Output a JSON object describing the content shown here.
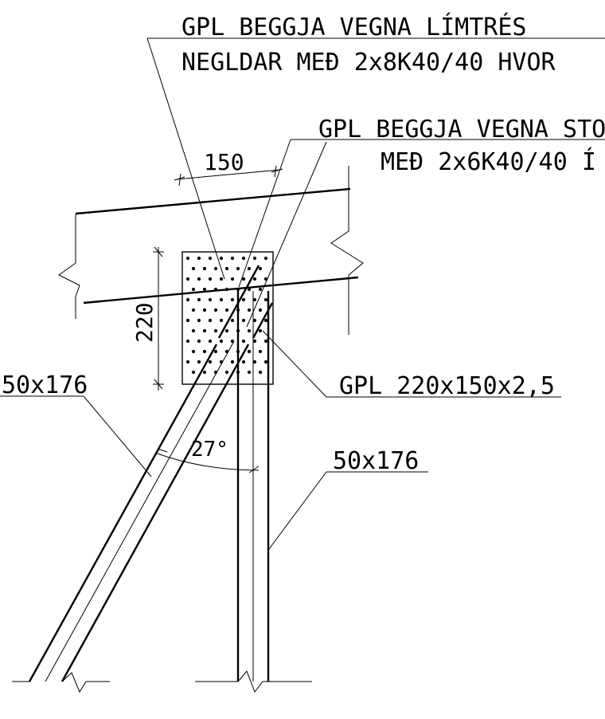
{
  "labels": {
    "top_note_line1": "GPL BEGGJA VEGNA LÍMTRÉS",
    "top_note_line2": "NEGLDAR MEÐ 2x8K40/40 HVOR",
    "mid_note_line1": "GPL BEGGJA VEGNA STO",
    "mid_note_line2": "MEÐ 2x6K40/40 Í",
    "dim_width": "150",
    "dim_height": "220",
    "plate": "GPL 220x150x2,5",
    "brace_left": "50x176",
    "post_right": "50x176",
    "angle": "27°"
  },
  "colors": {
    "ink": "#000000",
    "paper": "#ffffff"
  }
}
